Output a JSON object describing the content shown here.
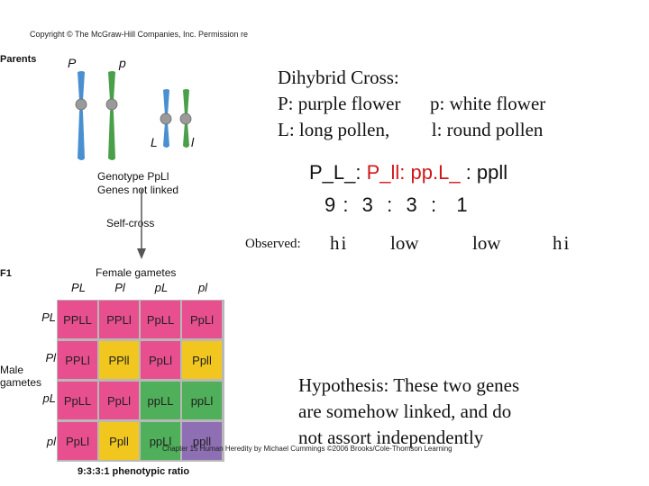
{
  "copyright": "Copyright © The McGraw-Hill Companies, Inc. Permission re",
  "diagram": {
    "parents_label": "Parents",
    "alleles": {
      "P": "P",
      "p": "p",
      "L": "L",
      "l": "l"
    },
    "genotype_line1": "Genotype PpLl",
    "genotype_line2": "Genes not linked",
    "self_cross": "Self-cross",
    "f1_label": "F1",
    "female_gametes": "Female gametes",
    "male_gametes_line1": "Male",
    "male_gametes_line2": "gametes",
    "gametes": [
      "PL",
      "Pl",
      "pL",
      "pl"
    ],
    "punnett": [
      [
        "PPLL",
        "PPLl",
        "PpLL",
        "PpLl"
      ],
      [
        "PPLl",
        "PPll",
        "PpLl",
        "Ppll"
      ],
      [
        "PpLL",
        "PpLl",
        "ppLL",
        "ppLl"
      ],
      [
        "PpLl",
        "Ppll",
        "ppLl",
        "ppll"
      ]
    ],
    "cell_colors": [
      [
        "#e84f8f",
        "#e84f8f",
        "#e84f8f",
        "#e84f8f"
      ],
      [
        "#e84f8f",
        "#f0c61f",
        "#e84f8f",
        "#f0c61f"
      ],
      [
        "#e84f8f",
        "#e84f8f",
        "#4faf5a",
        "#4faf5a"
      ],
      [
        "#e84f8f",
        "#f0c61f",
        "#4faf5a",
        "#8f6fb4"
      ]
    ],
    "phenotypic_ratio": "9:3:3:1 phenotypic ratio",
    "colors": {
      "blue_chromosome": "#4a90d0",
      "green_chromosome": "#4aa04a",
      "centromere": "#9a9a9a"
    }
  },
  "title": {
    "line1": "Dihybrid Cross:",
    "line2a": "P: purple flower",
    "line2b": "p: white flower",
    "line3a": "L: long pollen,",
    "line3b": "l:  round pollen"
  },
  "ratio": {
    "part1": "P_L_: ",
    "part2": "P_ll: pp.L_",
    "part3": " : ppll",
    "numbers": "9 :  3  :  3  :   1"
  },
  "observed": {
    "label": "Observed:",
    "values": [
      "hi",
      "low",
      "low",
      "hi"
    ]
  },
  "hypothesis": {
    "line1": "Hypothesis: These two genes",
    "line2": "are somehow linked, and do",
    "line3": "not assort independently"
  },
  "footer": "Chapter 15  Human Heredity  by Michael Cummings ©2006 Brooks/Cole-Thomson Learning"
}
